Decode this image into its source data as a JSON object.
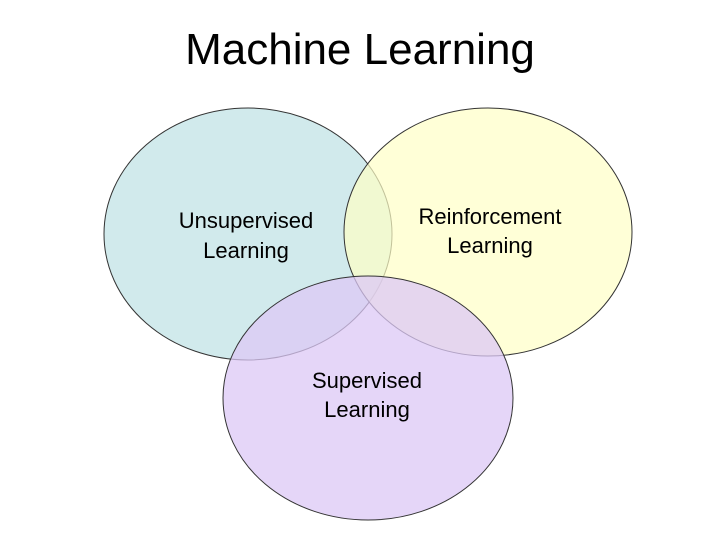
{
  "title": "Machine Learning",
  "sets": [
    {
      "id": "unsupervised",
      "line1": "Unsupervised",
      "line2": "Learning",
      "fill": "#c9e6e9"
    },
    {
      "id": "reinforcement",
      "line1": "Reinforcement",
      "line2": "Learning",
      "fill": "#ffffc6"
    },
    {
      "id": "supervised",
      "line1": "Supervised",
      "line2": "Learning",
      "fill": "#dcc8f5"
    }
  ],
  "colors": {
    "outline": "#333333",
    "background": "#ffffff"
  }
}
